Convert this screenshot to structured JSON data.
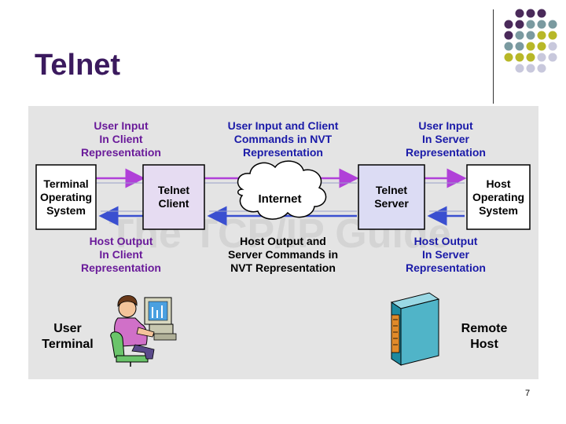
{
  "slide": {
    "title": "Telnet",
    "page_number": "7"
  },
  "diagram": {
    "client_input_label": [
      "User Input",
      "In Client",
      "Representation"
    ],
    "nvt_input_label": [
      "User Input  and Client",
      "Commands in NVT",
      "Representation"
    ],
    "server_input_label": [
      "User Input",
      "In Server",
      "Representation"
    ],
    "client_output_label": [
      "Host Output",
      "In Client",
      "Representation"
    ],
    "nvt_output_label": [
      "Host Output and",
      "Server Commands in",
      "NVT Representation"
    ],
    "server_output_label": [
      "Host Output",
      "In Server",
      "Representation"
    ],
    "terminal_os_box": [
      "Terminal",
      "Operating",
      "System"
    ],
    "telnet_client_box": [
      "Telnet",
      "Client"
    ],
    "internet_cloud": "Internet",
    "telnet_server_box": [
      "Telnet",
      "Server"
    ],
    "host_os_box": [
      "Host",
      "Operating",
      "System"
    ],
    "user_terminal_label": [
      "User",
      "Terminal"
    ],
    "remote_host_label": [
      "Remote",
      "Host"
    ],
    "watermark": "The TCP/IP Guide"
  },
  "colors": {
    "title": "#3b1a5e",
    "label_purple": "#6a1b9a",
    "label_blue": "#1a1aa8",
    "panel_bg": "#e4e4e4",
    "client_box_fill": "#e6dcf2",
    "server_box_fill": "#dcdcf4",
    "input_arrow": "#b040d8",
    "output_arrow": "#3a4fd0",
    "dot_purple": "#4a2a5a",
    "dot_teal": "#7a9aa0",
    "dot_olive": "#b8b828",
    "dot_lilac": "#c8c8dc"
  },
  "icons": {
    "person_at_computer": "user-at-computer-icon",
    "server_rack": "server-rack-icon",
    "cloud": "internet-cloud-icon"
  }
}
